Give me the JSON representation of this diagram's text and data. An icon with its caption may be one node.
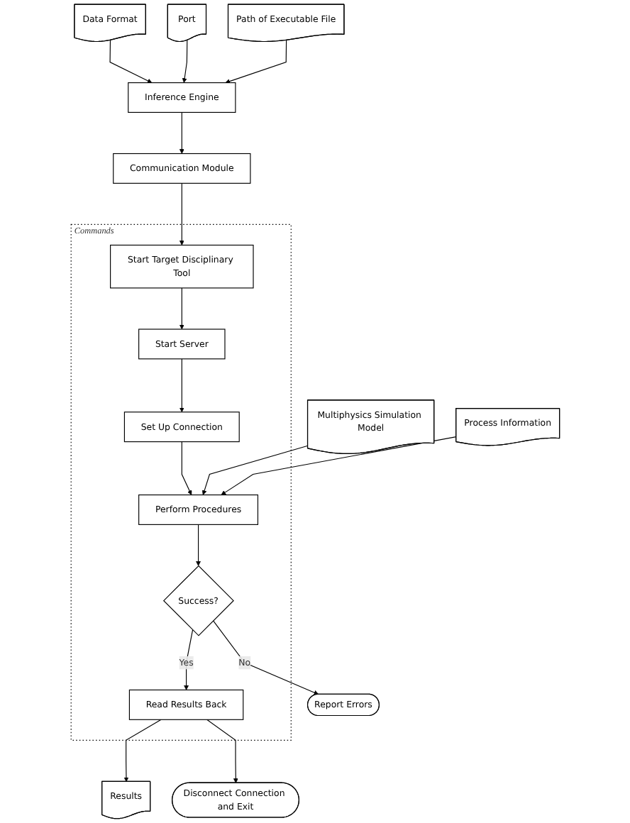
{
  "diagram": {
    "nodes": [
      {
        "text": [
          "Inference Engine"
        ]
      },
      {
        "text": [
          "Communication Module"
        ]
      },
      {
        "text": [
          "Commands"
        ]
      },
      {
        "text": [
          "Start Target Disciplinary Tool"
        ],
        "in": 2
      },
      {
        "text": [
          "Start Server"
        ],
        "in": 2
      },
      {
        "text": [
          "Set Up Connection"
        ],
        "in": 2
      },
      {
        "text": [
          "Perform Procedures"
        ],
        "in": 2
      },
      {
        "text": [
          "Success?"
        ],
        "in": 2
      },
      {
        "text": [
          "Read Results Back"
        ],
        "in": 2
      },
      {
        "text": [
          "Disconnect Connection and Exit"
        ]
      },
      {
        "text": [
          "Data Format"
        ]
      },
      {
        "text": [
          "Port"
        ]
      },
      {
        "text": [
          "Path of Executable File"
        ]
      },
      {
        "text": [
          "Multiphysics Simulation Model"
        ]
      },
      {
        "text": [
          "Process Information"
        ]
      },
      {
        "text": [
          "Report Errors"
        ]
      },
      {
        "text": [
          "Results"
        ]
      }
    ],
    "edges": [
      {
        "from": 0,
        "to": 1,
        "arrow": "to"
      },
      {
        "from": 1,
        "to": 3,
        "arrow": "to"
      },
      {
        "from": 3,
        "to": 4,
        "arrow": "to"
      },
      {
        "from": 4,
        "to": 5,
        "arrow": "to"
      },
      {
        "from": 5,
        "to": 6,
        "arrow": "to"
      },
      {
        "from": 6,
        "to": 7,
        "arrow": "to"
      },
      {
        "from": 7,
        "to": 15,
        "label": "No",
        "arrow": "to"
      },
      {
        "from": 7,
        "to": 8,
        "label": "Yes",
        "arrow": "to"
      },
      {
        "from": 8,
        "to": 16,
        "arrow": "to"
      },
      {
        "from": 8,
        "to": 9,
        "arrow": "to"
      },
      {
        "from": 10,
        "to": 0,
        "arrow": "to"
      },
      {
        "from": 11,
        "to": 0,
        "arrow": "to"
      },
      {
        "from": 12,
        "to": 0,
        "arrow": "to"
      },
      {
        "from": 13,
        "to": 6,
        "arrow": "to"
      },
      {
        "from": 14,
        "to": 6,
        "arrow": "to"
      }
    ]
  }
}
